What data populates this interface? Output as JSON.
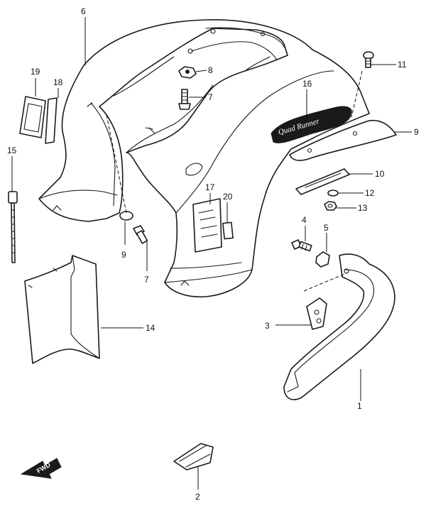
{
  "callouts": {
    "c1": "1",
    "c2": "2",
    "c3": "3",
    "c4": "4",
    "c5": "5",
    "c6": "6",
    "c7a": "7",
    "c7b": "7",
    "c8": "8",
    "c9a": "9",
    "c9b": "9",
    "c10": "10",
    "c11": "11",
    "c12": "12",
    "c13": "13",
    "c14": "14",
    "c15": "15",
    "c16": "16",
    "c17": "17",
    "c18": "18",
    "c19": "19",
    "c20": "20"
  },
  "fwd_label": "FWD"
}
